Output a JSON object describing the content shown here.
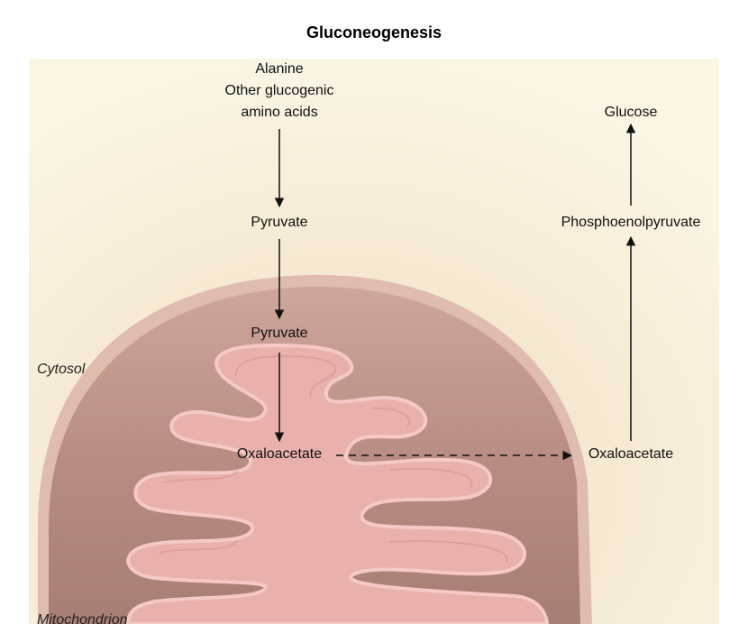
{
  "title": "Gluconeogenesis",
  "regions": {
    "cytosol": "Cytosol",
    "mitochondrion": "Mitochondrion"
  },
  "nodes": {
    "alanine": "Alanine",
    "other_glucogenic": "Other glucogenic",
    "amino_acids": "amino acids",
    "pyruvate_cytosol": "Pyruvate",
    "pyruvate_mito": "Pyruvate",
    "oxaloacetate_mito": "Oxaloacetate",
    "oxaloacetate_cytosol": "Oxaloacetate",
    "phosphoenolpyruvate": "Phosphoenolpyruvate",
    "glucose": "Glucose"
  },
  "colors": {
    "cytosol_bg": "#f8f1dc",
    "outer_membrane": "#dcb3a8",
    "matrix_outer": "#b88c82",
    "cristae": "#e9a9a5",
    "arrow": "#111111"
  }
}
